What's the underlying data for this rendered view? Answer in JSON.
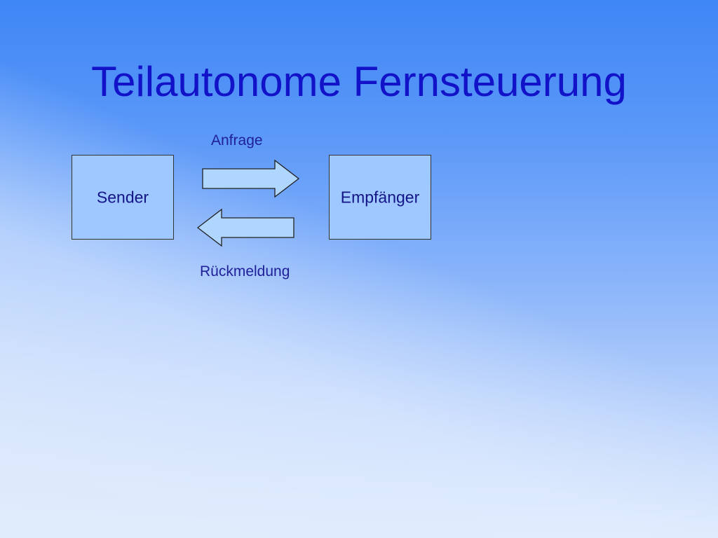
{
  "slide": {
    "title": "Teilautonome Fernsteuerung"
  },
  "diagram": {
    "sender_label": "Sender",
    "receiver_label": "Empfänger",
    "request_label": "Anfrage",
    "response_label": "Rückmeldung"
  },
  "colors": {
    "title": "#1212c8",
    "box_fill": "#9ec8ff",
    "arrow_fill": "#aed6ff",
    "label_text": "#141487"
  }
}
